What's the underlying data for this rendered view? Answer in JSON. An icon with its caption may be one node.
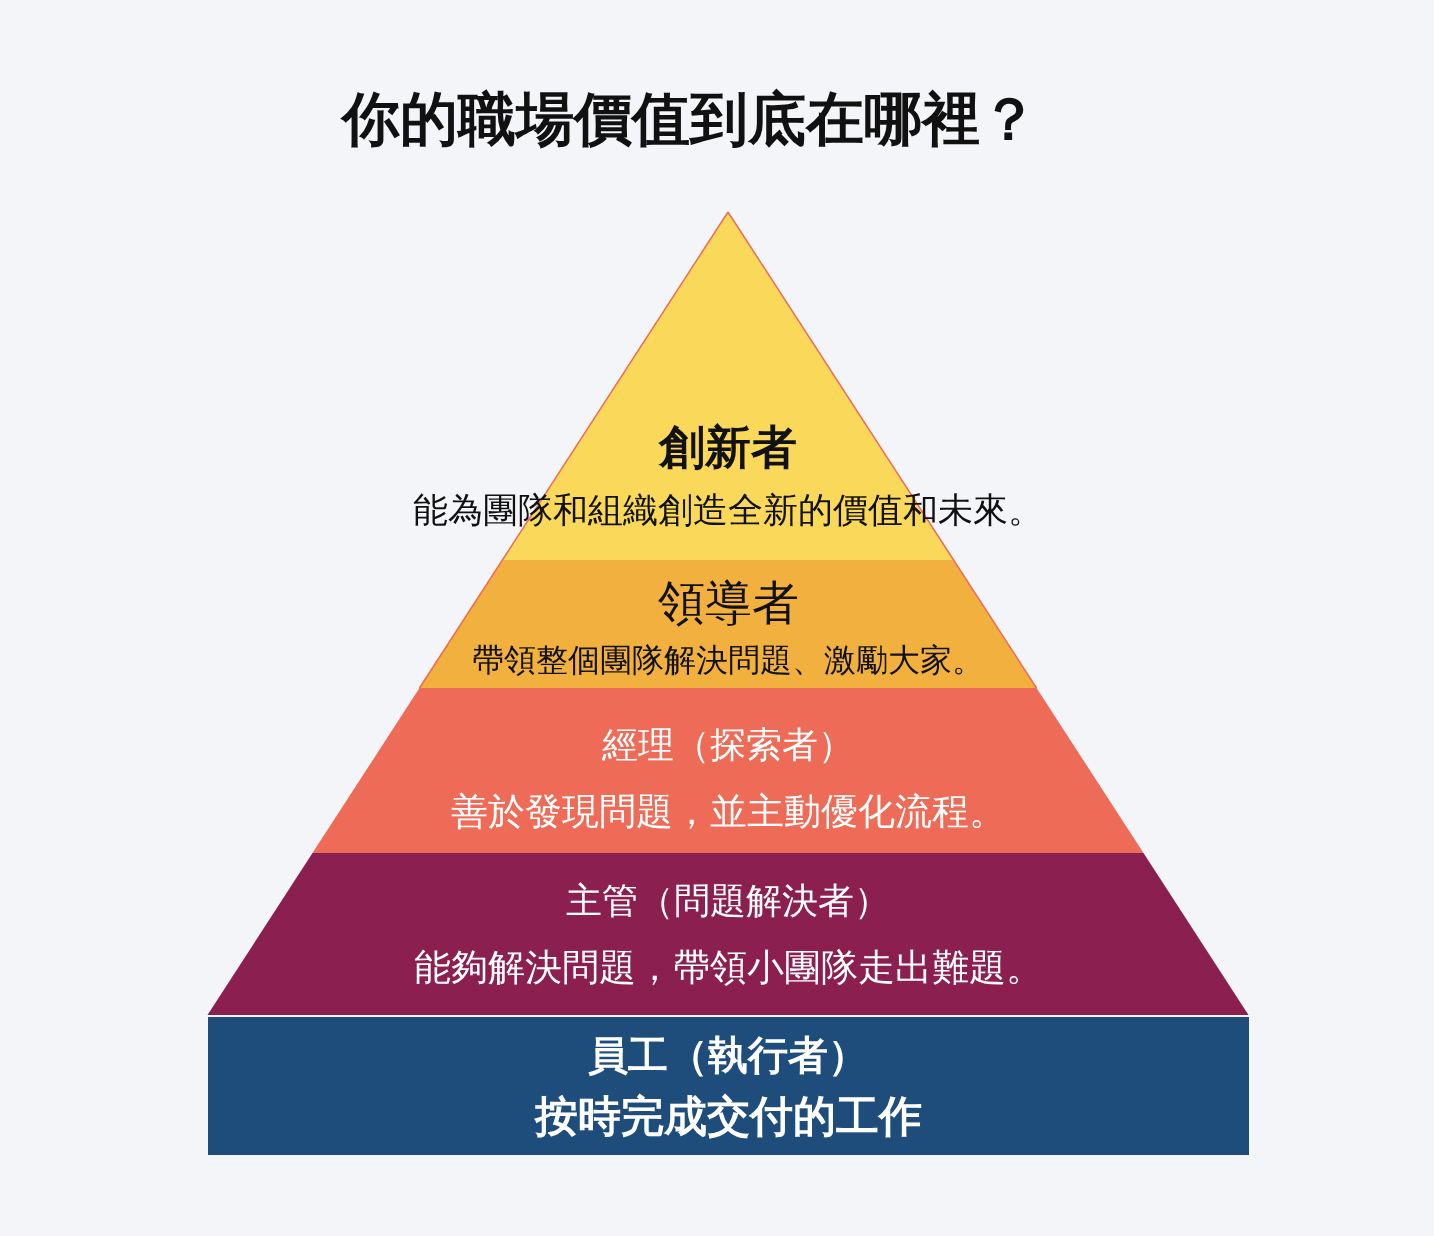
{
  "diagram": {
    "title": "你的職場價值到底在哪裡？",
    "nodes": [
      {
        "text": [
          "創新者",
          "能為團隊和組織創造全新的價值和未來。"
        ]
      },
      {
        "text": [
          "領導者",
          "帶領整個團隊解決問題、激勵大家。"
        ]
      },
      {
        "text": [
          "經理（探索者）",
          "善於發現問題，並主動優化流程。"
        ]
      },
      {
        "text": [
          "主管（問題解決者）",
          "能夠解決問題，帶領小團隊走出難題。"
        ]
      },
      {
        "text": [
          "員工（執行者）",
          "按時完成交付的工作"
        ]
      }
    ]
  }
}
